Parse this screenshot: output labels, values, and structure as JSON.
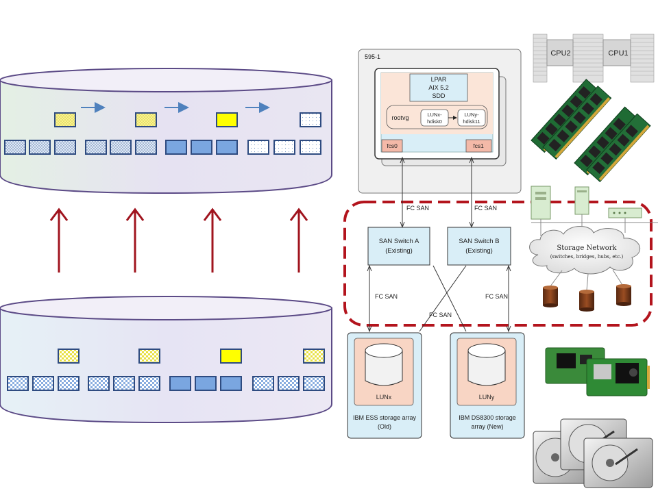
{
  "server": {
    "title": "595-1",
    "lpar": {
      "line1": "LPAR",
      "line2": "AIX 5.2",
      "line3": "SDD"
    },
    "vg_label": "rootvg",
    "disk_x": {
      "line1": "LUNx-",
      "line2": "hdisk0"
    },
    "disk_y": {
      "line1": "LUNy-",
      "line2": "hdisk11"
    },
    "fcs0": "fcs0",
    "fcs1": "fcs1"
  },
  "fabric": {
    "fc_san": "FC SAN",
    "switch_a": {
      "line1": "SAN Switch A",
      "line2": "(Existing)"
    },
    "switch_b": {
      "line1": "SAN Switch B",
      "line2": "(Existing)"
    }
  },
  "arrays": {
    "old": {
      "lun": "LUNx",
      "line1": "IBM ESS storage array",
      "line2": "(Old)"
    },
    "new": {
      "lun": "LUNy",
      "line1": "IBM DS8300 storage",
      "line2": "array (New)"
    }
  },
  "cpu": {
    "cpu2": "CPU2",
    "cpu1": "CPU1"
  },
  "storage_network": {
    "line1": "Storage Network",
    "line2": "(switches, bridges, hubs, etc.)"
  },
  "colors": {
    "block_blue": "#7aa6e0",
    "block_yellow": "#ffff00",
    "cylinder_border": "#5b4a86",
    "migration_arrow": "#a0141e",
    "fabric_dash": "#b3141d",
    "flow_arrow": "#4f81bd"
  }
}
